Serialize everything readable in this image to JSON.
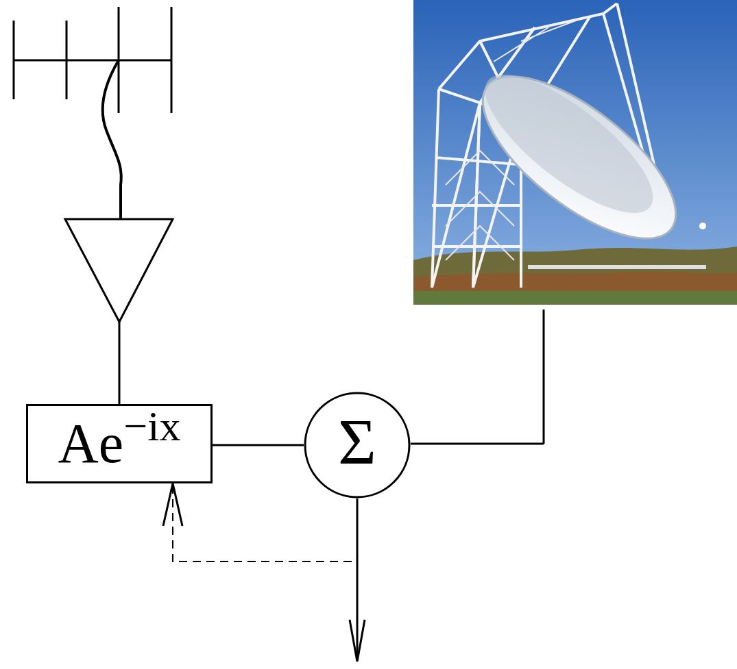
{
  "diagram": {
    "nodes": [
      {
        "text": [
          "Ae",
          "−ix"
        ]
      },
      {
        "text": [
          "Σ"
        ]
      }
    ],
    "edges": [
      {
        "from": 0,
        "to": 1,
        "arrow": "none"
      },
      {
        "from": 1,
        "to": 0,
        "arrow": "to"
      }
    ]
  }
}
